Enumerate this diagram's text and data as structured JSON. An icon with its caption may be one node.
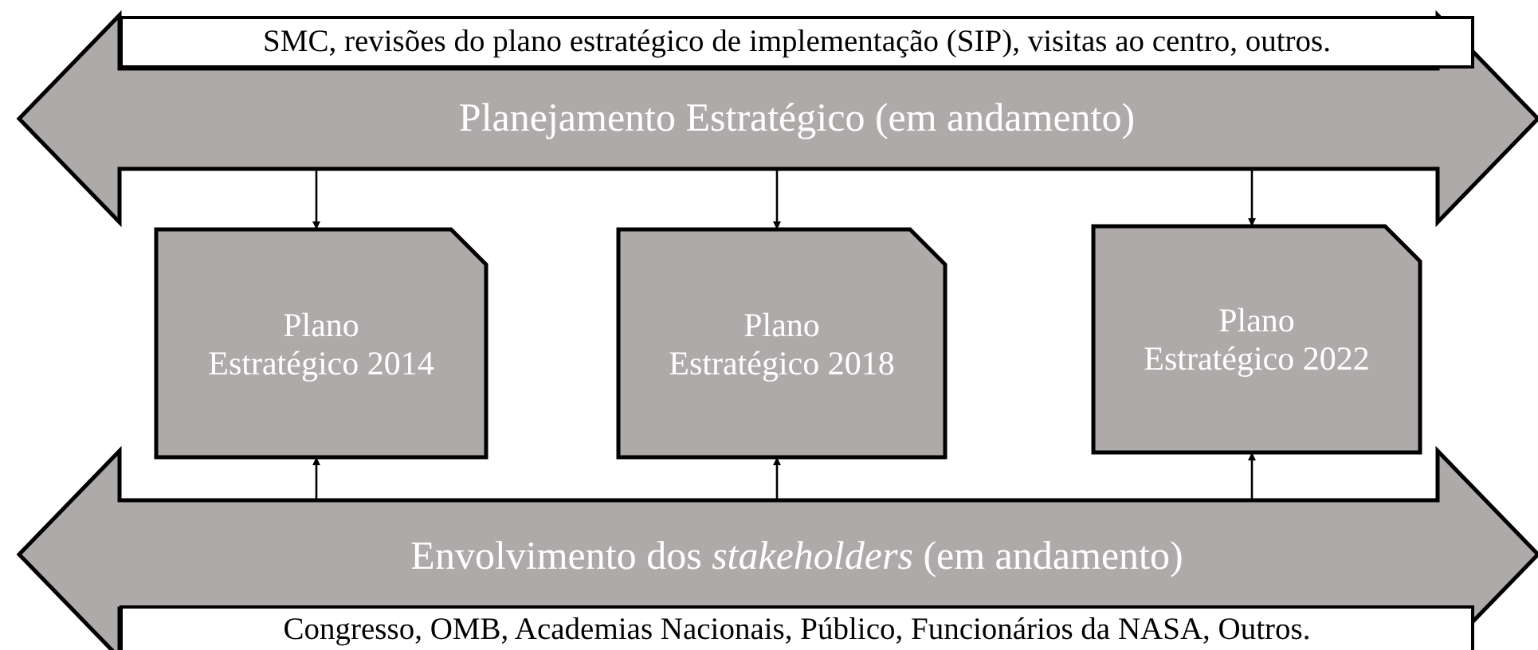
{
  "diagram": {
    "nodes": [
      {
        "text": [
          "Planejamento Estratégico (em andamento)"
        ]
      },
      {
        "text": [
          "SMC, revisões do plano estratégico de implementação (SIP), visitas ao centro, outros."
        ]
      },
      {
        "text": [
          "Plano Estratégico 2014"
        ]
      },
      {
        "text": [
          "Plano Estratégico 2018"
        ]
      },
      {
        "text": [
          "Plano Estratégico 2022"
        ]
      },
      {
        "text": [
          "Envolvimento dos *stakeholders* (em andamento)"
        ]
      },
      {
        "text": [
          "Congresso, OMB, Academias Nacionais, Público, Funcionários da NASA, Outros."
        ]
      }
    ],
    "edges": [
      {
        "from": 0,
        "to": 2,
        "arrow": "to"
      },
      {
        "from": 0,
        "to": 3,
        "arrow": "to"
      },
      {
        "from": 0,
        "to": 4,
        "arrow": "to"
      },
      {
        "from": 5,
        "to": 2,
        "arrow": "to"
      },
      {
        "from": 5,
        "to": 3,
        "arrow": "to"
      },
      {
        "from": 5,
        "to": 4,
        "arrow": "to"
      }
    ]
  }
}
